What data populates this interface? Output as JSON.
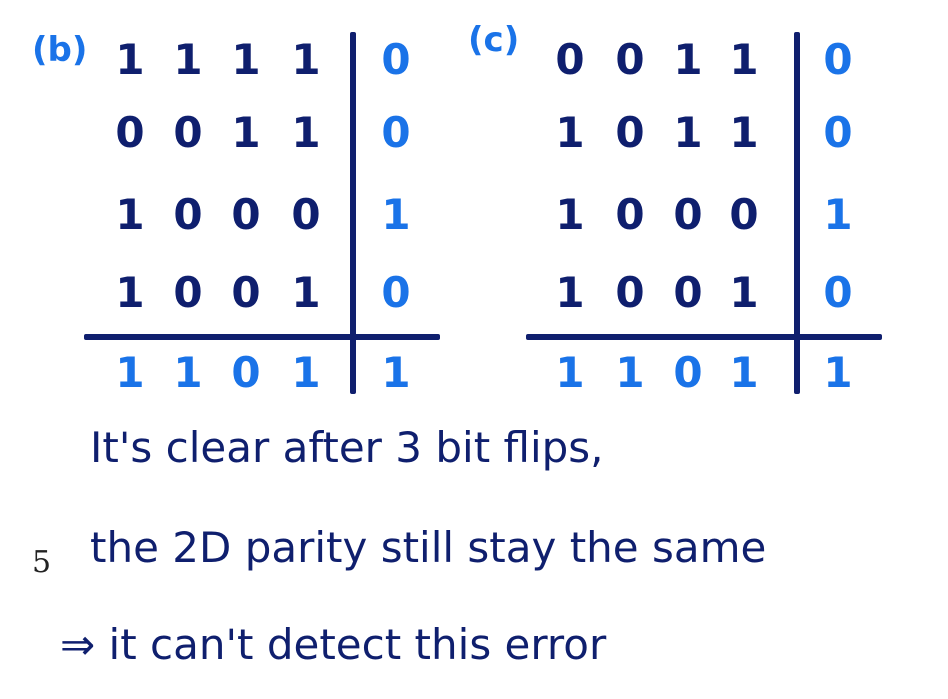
{
  "panel_b": {
    "label": "(b)",
    "rows": [
      [
        "1",
        "1",
        "1",
        "1"
      ],
      [
        "0",
        "0",
        "1",
        "1"
      ],
      [
        "1",
        "0",
        "0",
        "0"
      ],
      [
        "1",
        "0",
        "0",
        "1"
      ]
    ],
    "row_parity": [
      "0",
      "0",
      "1",
      "0"
    ],
    "col_parity": [
      "1",
      "1",
      "0",
      "1"
    ],
    "corner": "1"
  },
  "panel_c": {
    "label": "(c)",
    "rows": [
      [
        "0",
        "0",
        "1",
        "1"
      ],
      [
        "1",
        "0",
        "1",
        "1"
      ],
      [
        "1",
        "0",
        "0",
        "0"
      ],
      [
        "1",
        "0",
        "0",
        "1"
      ]
    ],
    "row_parity": [
      "0",
      "0",
      "1",
      "0"
    ],
    "col_parity": [
      "1",
      "1",
      "0",
      "1"
    ],
    "corner": "1"
  },
  "note": {
    "line1": "It's clear after 3 bit flips,",
    "line2": "the 2D parity still stay the same",
    "line3": "⇒ it can't detect this error"
  },
  "line_number": "5",
  "colors": {
    "ink": "#0f1f6e",
    "accent": "#1a73e8"
  }
}
